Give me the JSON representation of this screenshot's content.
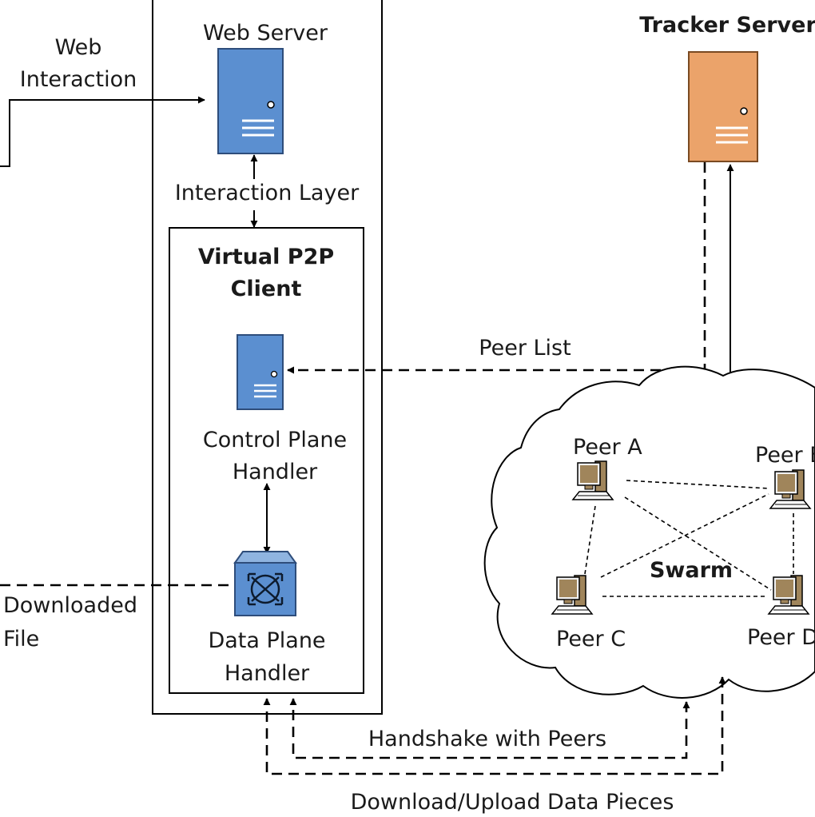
{
  "labels": {
    "web_interaction_1": "Web",
    "web_interaction_2": "Interaction",
    "web_server": "Web Server",
    "tracker_server": "Tracker Server",
    "interaction_layer": "Interaction Layer",
    "client_1": "Virtual P2P",
    "client_2": "Client",
    "peer_list": "Peer List",
    "control_plane_1": "Control Plane",
    "control_plane_2": "Handler",
    "data_plane_1": "Data Plane",
    "data_plane_2": "Handler",
    "downloaded_1": "Downloaded",
    "downloaded_2": "File",
    "handshake": "Handshake with Peers",
    "download_upload": "Download/Upload Data Pieces",
    "swarm": "Swarm",
    "peer_a": "Peer A",
    "peer_b": "Peer B",
    "peer_c": "Peer C",
    "peer_d": "Peer D"
  },
  "colors": {
    "web_server_fill": "#5b8fd0",
    "tracker_fill": "#eba36a",
    "computer_fill": "#a0855b",
    "server_stroke": "#2e4d7b"
  },
  "icons": {
    "web_server": "server-icon",
    "tracker_server": "server-icon",
    "control_plane": "server-icon",
    "data_plane": "router-icon",
    "peers": "computer-icon"
  }
}
